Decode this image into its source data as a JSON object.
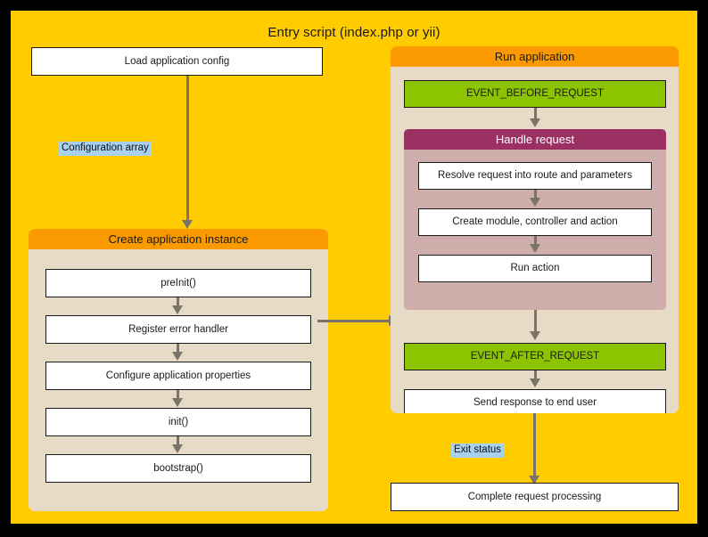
{
  "diagram": {
    "title": "Entry script (index.php or yii)",
    "background_color": "#ffcc00",
    "frame_color": "#000000"
  },
  "left_column": {
    "load_config_box": "Load application config",
    "edge_label_config": "Configuration array",
    "create_instance_group": {
      "header": "Create application instance",
      "header_color": "#fb9a00",
      "body_color": "#e7dbc8",
      "steps": [
        "preInit()",
        "Register error handler",
        "Configure application properties",
        "init()",
        "bootstrap()"
      ]
    }
  },
  "right_column": {
    "run_application_group": {
      "header": "Run application",
      "header_color": "#fb9a00",
      "body_color": "#e7dbc8",
      "event_before": "EVENT_BEFORE_REQUEST",
      "event_after": "EVENT_AFTER_REQUEST",
      "event_color": "#8cc400",
      "send_response": "Send response to end user",
      "handle_request_group": {
        "header": "Handle request",
        "header_color": "#9b3163",
        "body_color": "#ceadab",
        "steps": [
          "Resolve request into route and parameters",
          "Create module, controller and action",
          "Run action"
        ]
      }
    },
    "edge_label_exit": "Exit status",
    "complete_box": "Complete request processing"
  },
  "labels": {
    "edge_highlight_color": "#a8d1f0",
    "arrow_color": "#7a7368"
  }
}
